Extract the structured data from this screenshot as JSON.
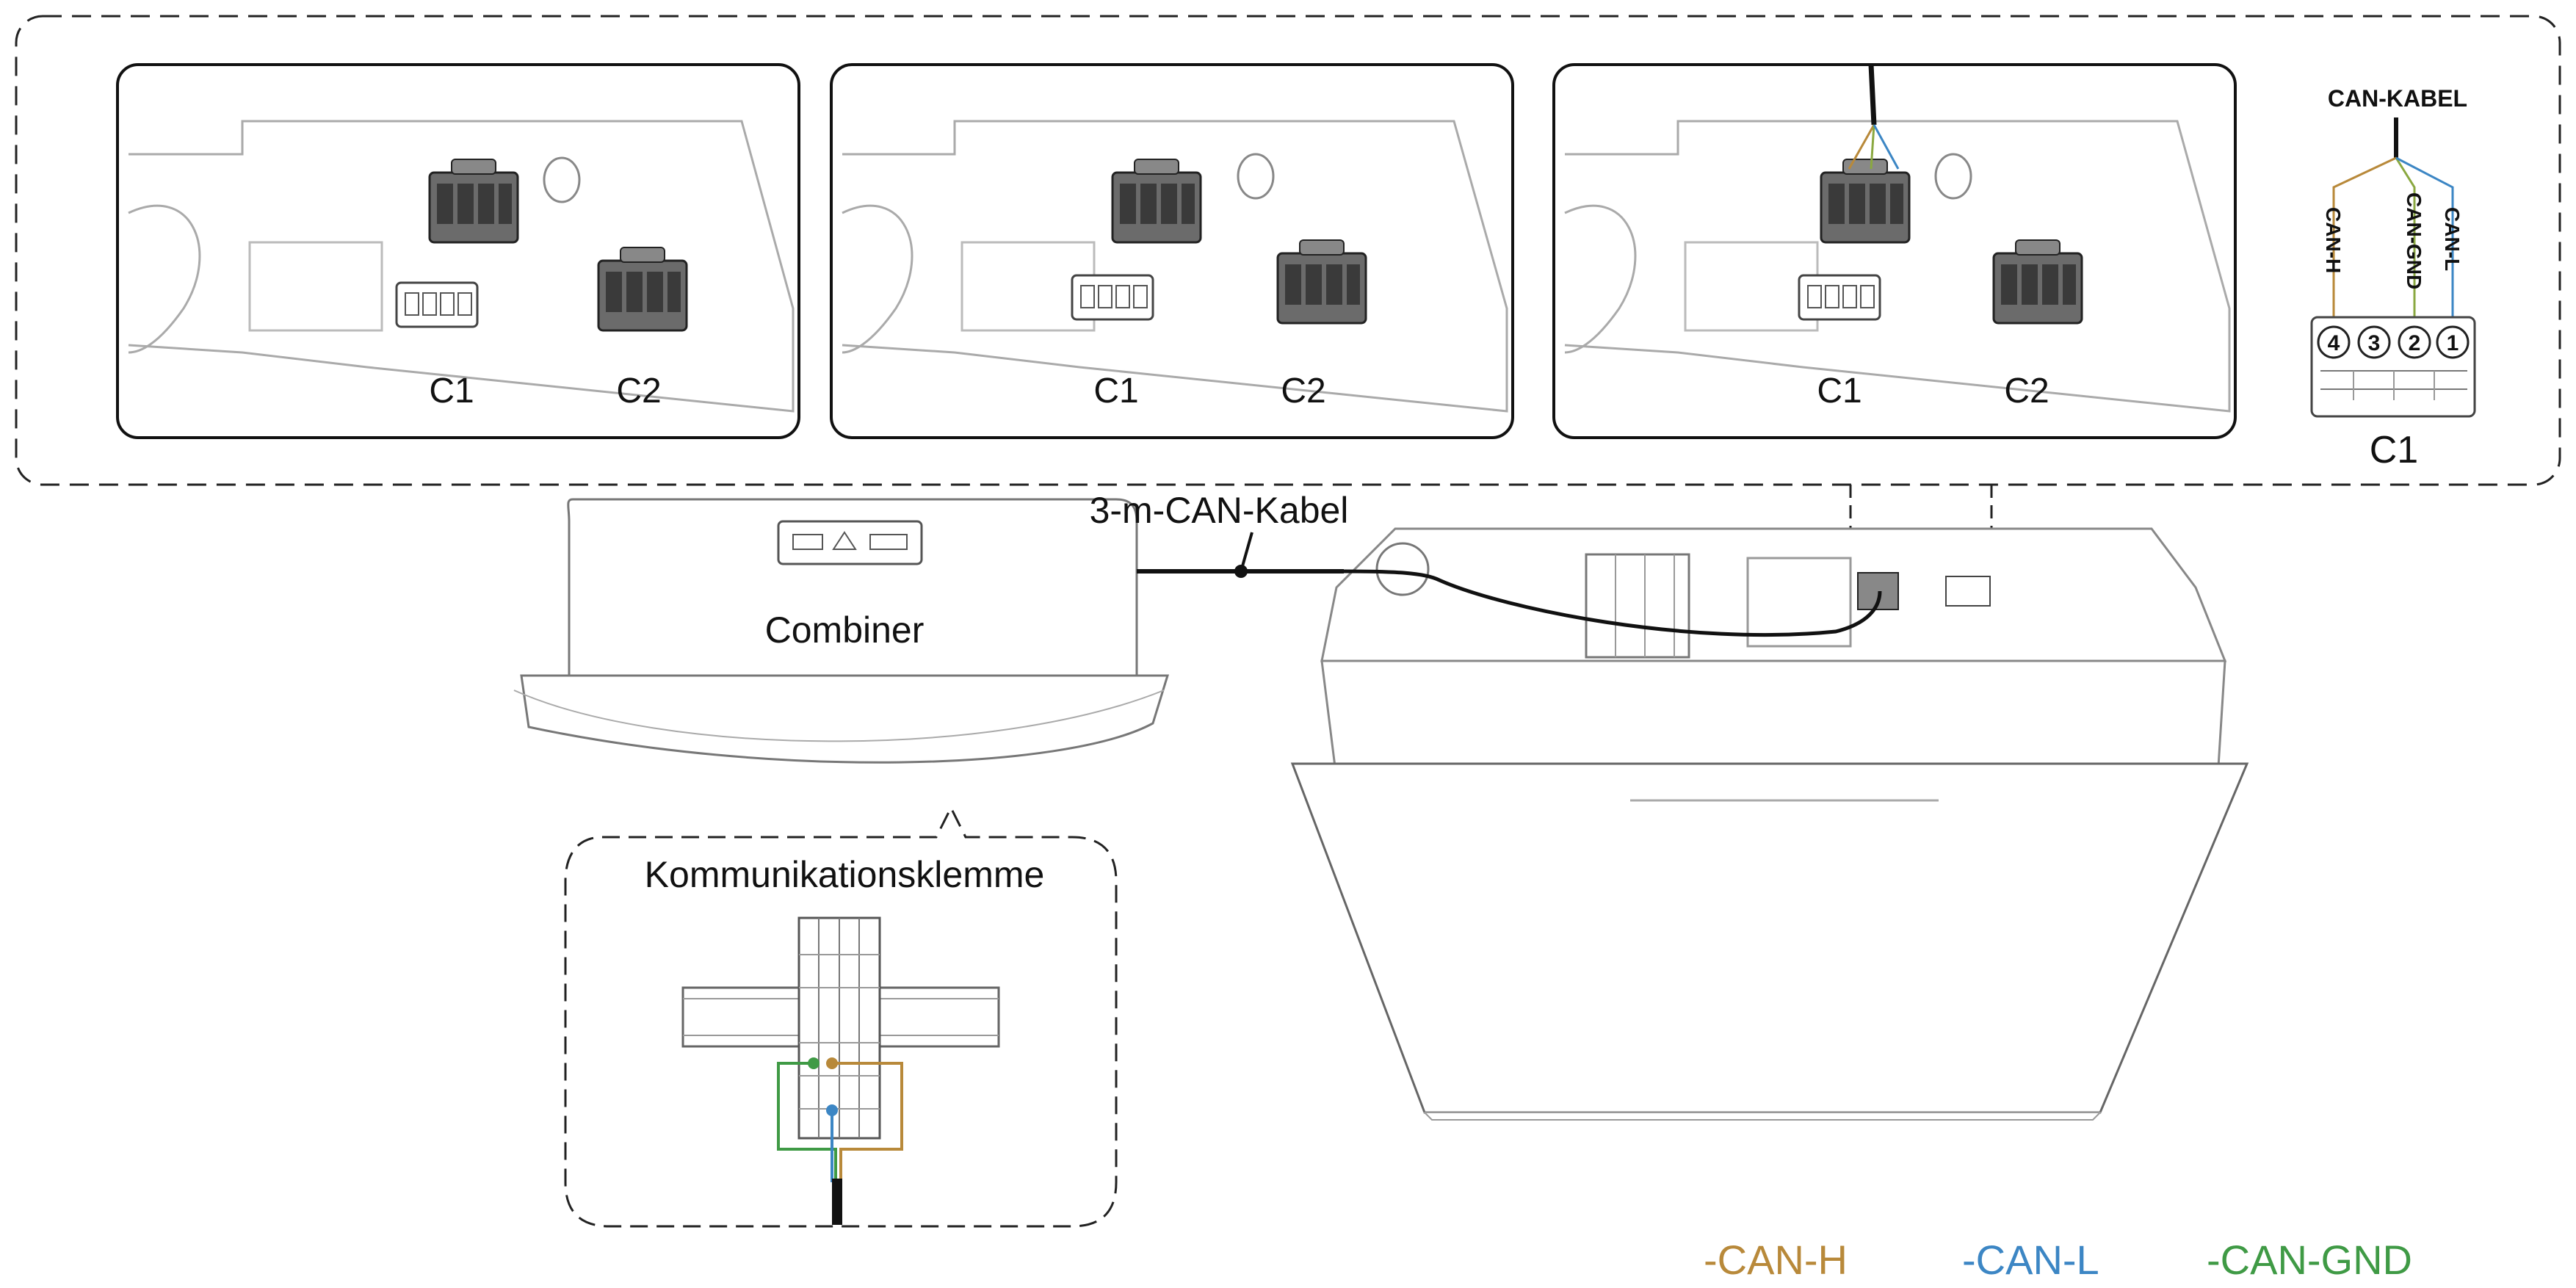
{
  "panels": [
    {
      "c1": "C1",
      "c2": "C2"
    },
    {
      "c1": "C1",
      "c2": "C2"
    },
    {
      "c1": "C1",
      "c2": "C2"
    }
  ],
  "connector_detail": {
    "cable_title": "CAN-KABEL",
    "wires": [
      {
        "label": "CAN-H",
        "color": "#b8893a"
      },
      {
        "label": "CAN-GND",
        "color": "#8aa840"
      },
      {
        "label": "CAN-L",
        "color": "#3c86c4"
      }
    ],
    "pins": [
      "4",
      "3",
      "2",
      "1"
    ],
    "connector_label": "C1"
  },
  "cable_label": "3-m-CAN-Kabel",
  "combiner_label": "Combiner",
  "terminal_title": "Kommunikationsklemme",
  "legend": [
    {
      "label": "-CAN-H",
      "color": "#b8893a"
    },
    {
      "label": "-CAN-L",
      "color": "#3c86c4"
    },
    {
      "label": "-CAN-GND",
      "color": "#3f9a45"
    }
  ]
}
